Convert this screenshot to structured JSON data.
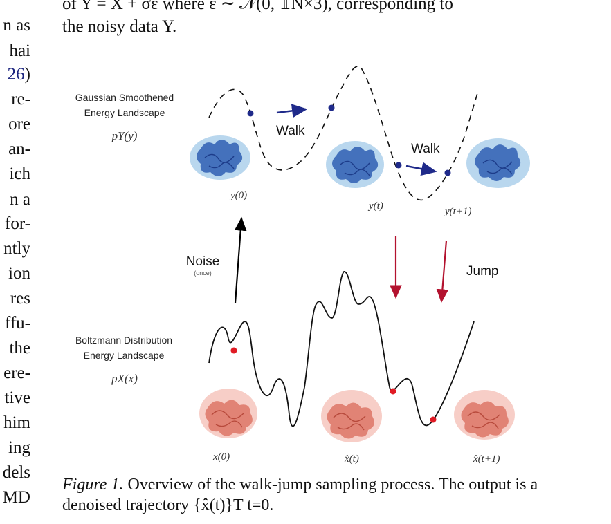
{
  "left_column": {
    "lines": [
      {
        "text": "n as"
      },
      {
        "text": "hai"
      },
      {
        "text": "26)",
        "link": "26"
      },
      {
        "text": "re-"
      },
      {
        "text": "ore"
      },
      {
        "text": "an-"
      },
      {
        "text": "ich"
      },
      {
        "text": "n a"
      },
      {
        "text": "for-"
      },
      {
        "text": "ntly"
      },
      {
        "text": "ion"
      },
      {
        "text": "res"
      },
      {
        "text": "ffu-"
      },
      {
        "text": "the"
      },
      {
        "text": "ere-"
      },
      {
        "text": "tive"
      },
      {
        "text": "him"
      },
      {
        "text": "ing"
      },
      {
        "text": "dels"
      },
      {
        "text": "MD"
      }
    ]
  },
  "top_text": {
    "line1": "of Y = X + σε where ε ∼ 𝒩(0, 𝟙N×3), corresponding to",
    "line2": "the noisy data Y."
  },
  "figure": {
    "gaussian_label_line1": "Gaussian Smoothened",
    "gaussian_label_line2": "Energy Landscape",
    "gaussian_symbol": "pY(y)",
    "boltzmann_label_line1": "Boltzmann Distribution",
    "boltzmann_label_line2": "Energy Landscape",
    "boltzmann_symbol": "pX(x)",
    "walk_label_1": "Walk",
    "walk_label_2": "Walk",
    "noise_label": "Noise",
    "noise_sublabel": "(once)",
    "jump_label": "Jump",
    "y_labels": [
      "y(0)",
      "y(t)",
      "y(t+1)"
    ],
    "x_labels": [
      "x(0)",
      "x̂(t)",
      "x̂(t+1)"
    ],
    "colors": {
      "walk_blue": "#1f2a8a",
      "protein_blue": "#2f5fb3",
      "cloud_blue": "#a8cdea",
      "protein_red": "#d96a5a",
      "cloud_red": "#f6c6bd",
      "jump_red": "#b3122e",
      "point_red": "#e01b24"
    }
  },
  "caption": {
    "label": "Figure 1.",
    "text": "Overview of the walk-jump sampling process. The output is a denoised trajectory {x̂(t)}T t=0."
  }
}
